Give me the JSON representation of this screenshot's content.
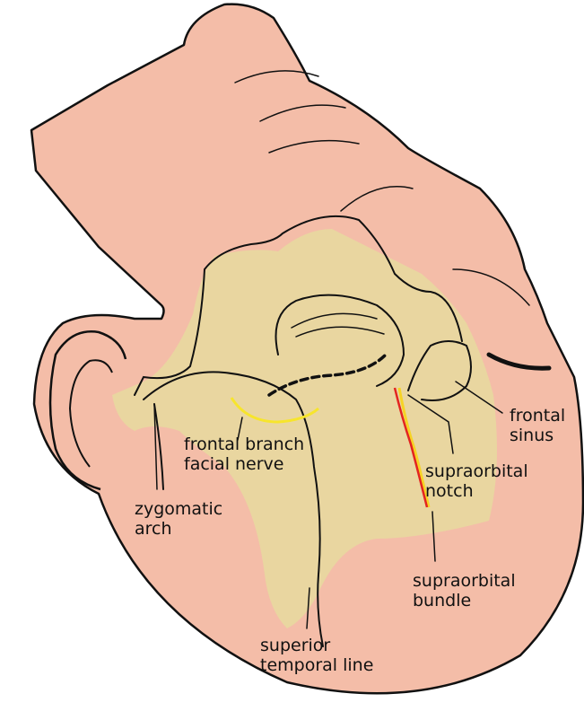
{
  "colors": {
    "skin": "#f4bda8",
    "bone": "#e9d6a0",
    "outline": "#111111",
    "nerve": "#f7e52c",
    "vessel_red": "#e32420",
    "vessel_yellow": "#f6d325"
  },
  "labels": {
    "frontal_sinus": {
      "line1": "frontal",
      "line2": "sinus"
    },
    "frontal_branch": {
      "line1": "frontal branch",
      "line2": "facial nerve"
    },
    "supraorbital_notch": {
      "line1": "supraorbital",
      "line2": "notch"
    },
    "zygomatic_arch": {
      "line1": "zygomatic",
      "line2": "arch"
    },
    "supraorbital_bundle": {
      "line1": "supraorbital",
      "line2": "bundle"
    },
    "superior_temporal_line": {
      "line1": "superior",
      "line2": "temporal line"
    }
  }
}
